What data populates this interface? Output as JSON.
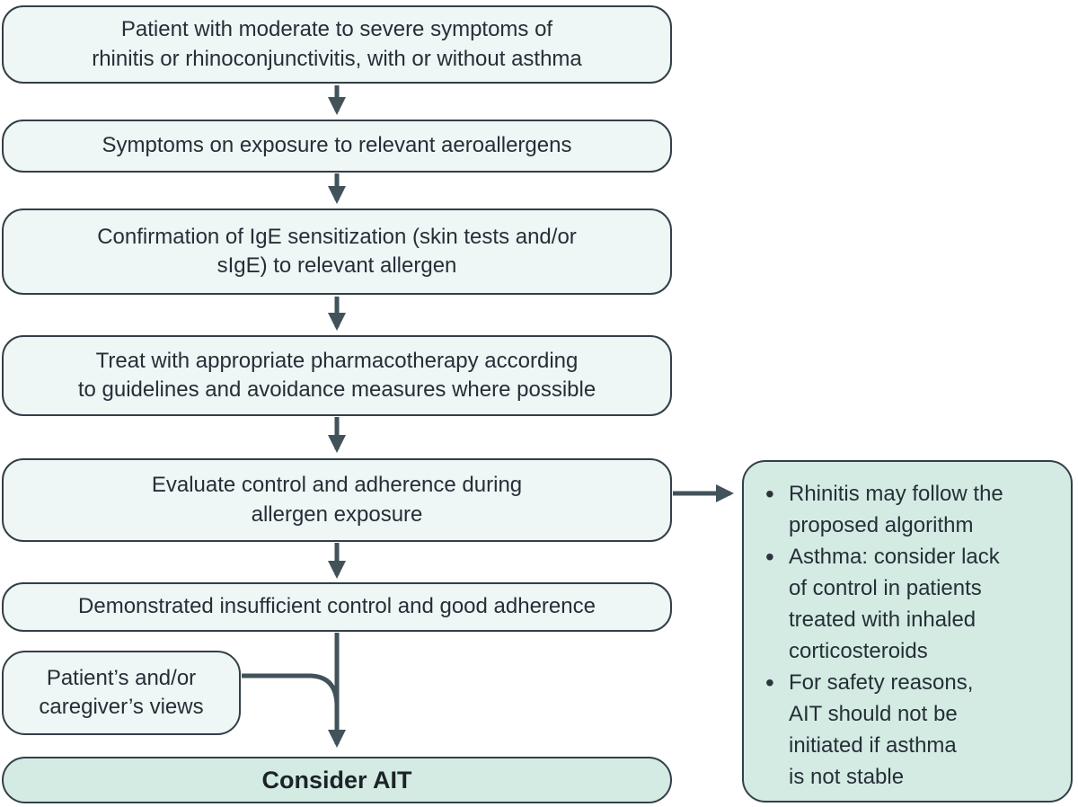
{
  "diagram": {
    "flow_steps": [
      {
        "text": "Patient with moderate to severe symptoms of\nrhinitis or rhinoconjunctivitis, with or without asthma"
      },
      {
        "text": "Symptoms on exposure to relevant aeroallergens"
      },
      {
        "text": "Confirmation of IgE sensitization (skin tests and/or\nsIgE) to relevant allergen"
      },
      {
        "text": "Treat with appropriate pharmacotherapy according\nto guidelines and avoidance measures where possible"
      },
      {
        "text": "Evaluate control and adherence during\nallergen exposure"
      },
      {
        "text": "Demonstrated insufficient control and good adherence"
      }
    ],
    "side_input": {
      "text": "Patient’s and/or\ncaregiver’s views"
    },
    "outcome": {
      "text": "Consider AIT"
    },
    "notes": {
      "bullets": [
        "Rhinitis may follow the\nproposed algorithm",
        "Asthma: consider lack\nof control in patients\ntreated with inhaled\ncorticosteroids",
        "For safety reasons,\nAIT should not be\ninitiated if asthma\nis not stable"
      ]
    },
    "colors": {
      "step_box_fill": "#eef6f6",
      "highlight_fill": "#d4ebe4",
      "box_border": "#333f47",
      "arrow": "#42525a",
      "text": "#252f36"
    }
  }
}
